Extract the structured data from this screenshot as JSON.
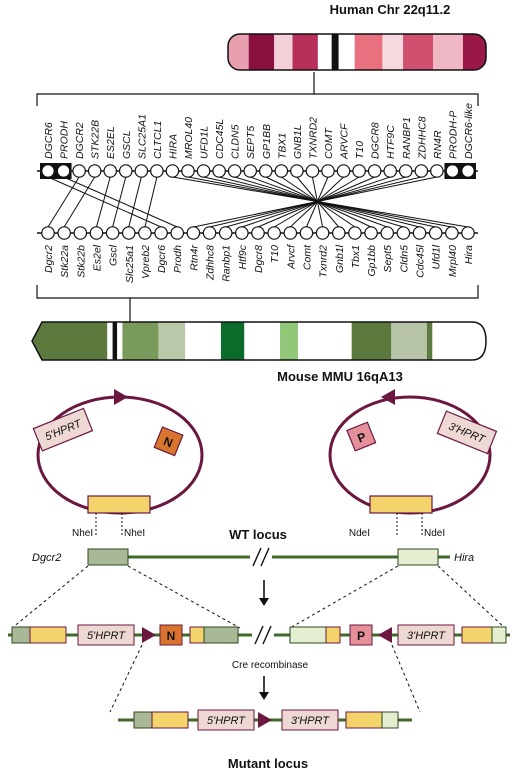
{
  "human_chr_title": "Human Chr 22q11.2",
  "mouse_chr_title": "Mouse MMU 16qA13",
  "human_genes": [
    "DGCR6",
    "PRODH",
    "DGCR2",
    "STK22B",
    "ES2EL",
    "GSCL",
    "SLC25A1",
    "CLTCL1",
    "HIRA",
    "MROL40",
    "UFD1L",
    "CDC45L",
    "CLDN5",
    "SEPT5",
    "GP1BB",
    "TBX1",
    "GNB1L",
    "TXNRD2",
    "COMT",
    "ARVCF",
    "T10",
    "DGCR8",
    "HTF9C",
    "RANBP1",
    "ZDHHC8",
    "RN4R",
    "PRODH-P",
    "DGCR6-like"
  ],
  "mouse_genes": [
    "Dgcr2",
    "Stk22a",
    "Stk22b",
    "Es2el",
    "Gscl",
    "Slc25a1",
    "Vpreb2",
    "Dgcr6",
    "Prodh",
    "Rtn4r",
    "Zdhhc8",
    "Ranbp1",
    "Htf9c",
    "Dgcr8",
    "T10",
    "Arvcf",
    "Comt",
    "Txnrd2",
    "Gnb1l",
    "Tbx1",
    "Gp1bb",
    "Sept5",
    "Cldn5",
    "Cdc45l",
    "Ufd1l",
    "Mrpl40",
    "Hira"
  ],
  "human_chr_colors": [
    "#e8a0b0",
    "#8a1040",
    "#f4d0d8",
    "#b8305a",
    "#ffffff",
    "#111111",
    "#ffffff",
    "#e8707f",
    "#f6d8de",
    "#d05070",
    "#f0b8c4",
    "#9a1848"
  ],
  "mouse_chr_colors": [
    "#5c7a3e",
    "#ffffff",
    "#111111",
    "#ffffff",
    "#7a9a5c",
    "#b8c8a8",
    "#ffffff",
    "#0b6b2a",
    "#ffffff",
    "#90c878",
    "#ffffff",
    "#5c7a3e",
    "#b8c4a8",
    "#5c7a3e",
    "#ffffff"
  ],
  "plasmid_left": {
    "hprt_label": "5'HPRT",
    "marker_label": "N",
    "site_label": "NheI"
  },
  "plasmid_right": {
    "hprt_label": "3'HPRT",
    "marker_label": "P",
    "site_label": "NdeI"
  },
  "wt_locus": {
    "title": "WT locus",
    "left_gene": "Dgcr2",
    "right_gene": "Hira"
  },
  "recombinant": {
    "hprt5": "5'HPRT",
    "marker_n": "N",
    "marker_p": "P",
    "hprt3": "3'HPRT"
  },
  "cre_label": "Cre recombinase",
  "mutant": {
    "title": "Mutant locus",
    "hprt5": "5'HPRT",
    "hprt3": "3'HPRT"
  },
  "colors": {
    "plasmid": "#6b1740",
    "marker_n": "#d9742e",
    "marker_p": "#e58f9b",
    "hprt_box": "#eed8d4",
    "yellow": "#f3d36b",
    "locus_line": "#3e6a2a",
    "dgcr2_box": "#a9b896",
    "hira_box": "#e4edd0"
  },
  "mapping": [
    [
      0,
      7
    ],
    [
      1,
      8
    ],
    [
      2,
      0
    ],
    [
      3,
      1
    ],
    [
      4,
      3
    ],
    [
      5,
      4
    ],
    [
      6,
      5
    ],
    [
      7,
      6
    ],
    [
      8,
      26
    ],
    [
      9,
      25
    ],
    [
      10,
      24
    ],
    [
      11,
      23
    ],
    [
      12,
      22
    ],
    [
      13,
      21
    ],
    [
      14,
      20
    ],
    [
      15,
      19
    ],
    [
      16,
      18
    ],
    [
      17,
      17
    ],
    [
      18,
      16
    ],
    [
      19,
      15
    ],
    [
      20,
      14
    ],
    [
      21,
      13
    ],
    [
      22,
      12
    ],
    [
      23,
      11
    ],
    [
      24,
      10
    ],
    [
      25,
      9
    ]
  ]
}
